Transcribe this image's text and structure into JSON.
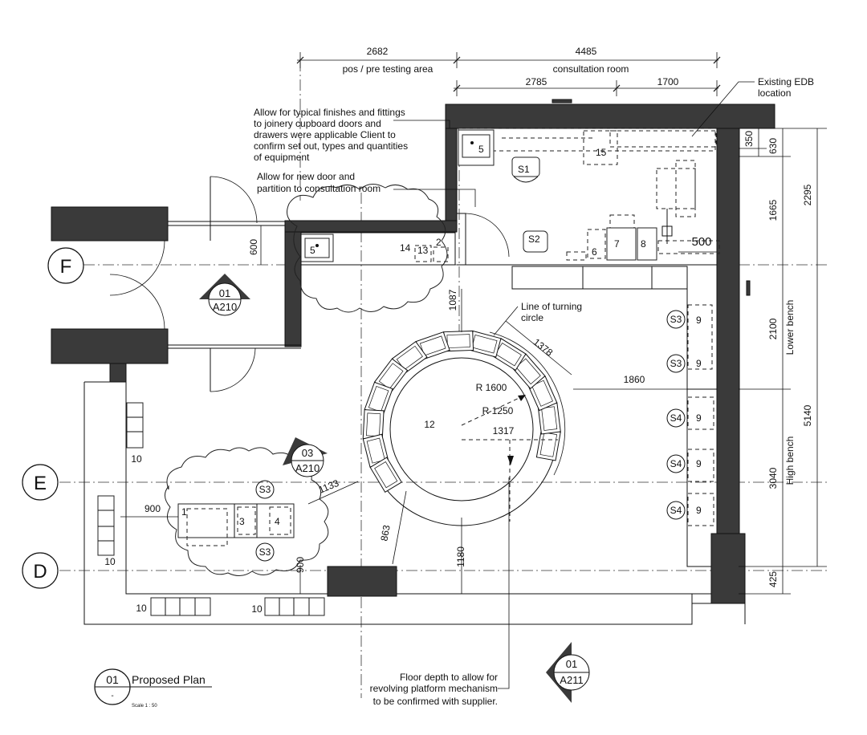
{
  "dimensions": {
    "d2682": "2682",
    "d4485": "4485",
    "d2785": "2785",
    "d1700": "1700",
    "d350": "350",
    "d630": "630",
    "d1665": "1665",
    "d2295": "2295",
    "d500": "500",
    "d600": "600",
    "d1087": "1087",
    "d1378": "1378",
    "d1860": "1860",
    "d2100": "2100",
    "d5140": "5140",
    "d3040": "3040",
    "d425": "425",
    "d1133": "1133",
    "d900a": "900",
    "d900b": "900",
    "d863": "863",
    "d1180": "1180",
    "r1600": "R 1600",
    "r1250": "R 1250",
    "d1317": "1317"
  },
  "areas": {
    "pos_pre_testing": "pos / pre testing area",
    "consultation_room": "consultation room",
    "lower_bench": "Lower bench",
    "high_bench": "High bench"
  },
  "notes": {
    "edb": [
      "Existing EDB",
      "location"
    ],
    "joinery": [
      "Allow for typical finishes and fittings",
      "to joinery cupboard doors and",
      "drawers were applicable Client to",
      "confirm set out, types and quantities",
      "of equipment"
    ],
    "door": [
      "Allow for new door and",
      "partition to consultation room"
    ],
    "turning": [
      "Line of turning",
      "circle"
    ],
    "floor": [
      "Floor depth to allow for",
      "revolving platform mechanism",
      "to be confirmed with supplier."
    ]
  },
  "grid": {
    "F": "F",
    "E": "E",
    "D": "D"
  },
  "sections": {
    "s01": {
      "num": "01",
      "sheet": "A210"
    },
    "s03": {
      "num": "03",
      "sheet": "A210"
    },
    "s01b": {
      "num": "01",
      "sheet": "A211"
    }
  },
  "tags": {
    "t5a": "5",
    "t15": "15",
    "s1": "S1",
    "s2": "S2",
    "t5b": "5",
    "t14": "14",
    "t13": "13",
    "t2": "2",
    "t6": "6",
    "t7": "7",
    "t8": "8",
    "t12": "12",
    "t10a": "10",
    "t10b": "10",
    "t10c": "10",
    "t10d": "10",
    "t1": "1",
    "t3": "3",
    "t4": "4",
    "s3a": "S3",
    "s3b": "S3",
    "s3c": "S3",
    "s3d": "S3",
    "s4a": "S4",
    "s4b": "S4",
    "s4c": "S4",
    "t9a": "9",
    "t9b": "9",
    "t9c": "9",
    "t9d": "9",
    "t9e": "9"
  },
  "title": {
    "num": "01",
    "sub": "-",
    "name": "Proposed Plan",
    "scale": "Scale  1 : 50"
  }
}
